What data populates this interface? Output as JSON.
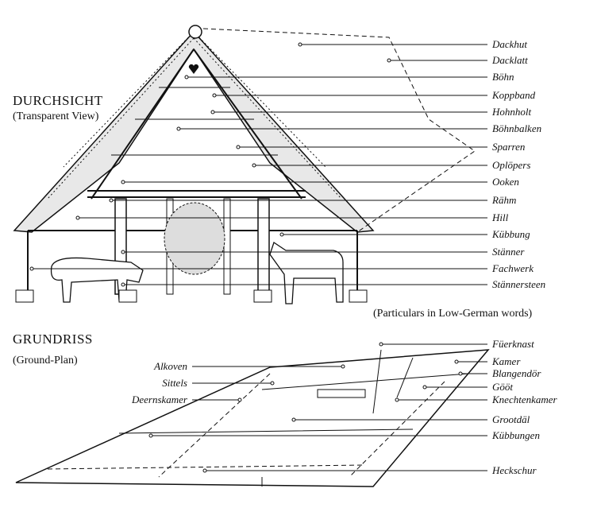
{
  "section_view": {
    "title": "DURCHSICHT",
    "subtitle": "(Transparent View)"
  },
  "view_labels": [
    "Dackhut",
    "Dacklatt",
    "Böhn",
    "Koppband",
    "Hohnholt",
    "Böhnbalken",
    "Sparren",
    "Oplöpers",
    "Ooken",
    "Rähm",
    "Hill",
    "Kübbung",
    "Stänner",
    "Fachwerk",
    "Stännersteen"
  ],
  "note": "(Particulars in Low-German words)",
  "section_plan": {
    "title": "GRUNDRISS",
    "subtitle": "(Ground-Plan)"
  },
  "plan_labels_right": [
    "Füerknast",
    "Kamer",
    "Blangendör",
    "Gööt",
    "Knechtenkamer",
    "Grootdäl",
    "Kübbungen",
    "Heckschur"
  ],
  "plan_labels_left": [
    "Alkoven",
    "Sittels",
    "Deernskamer"
  ]
}
